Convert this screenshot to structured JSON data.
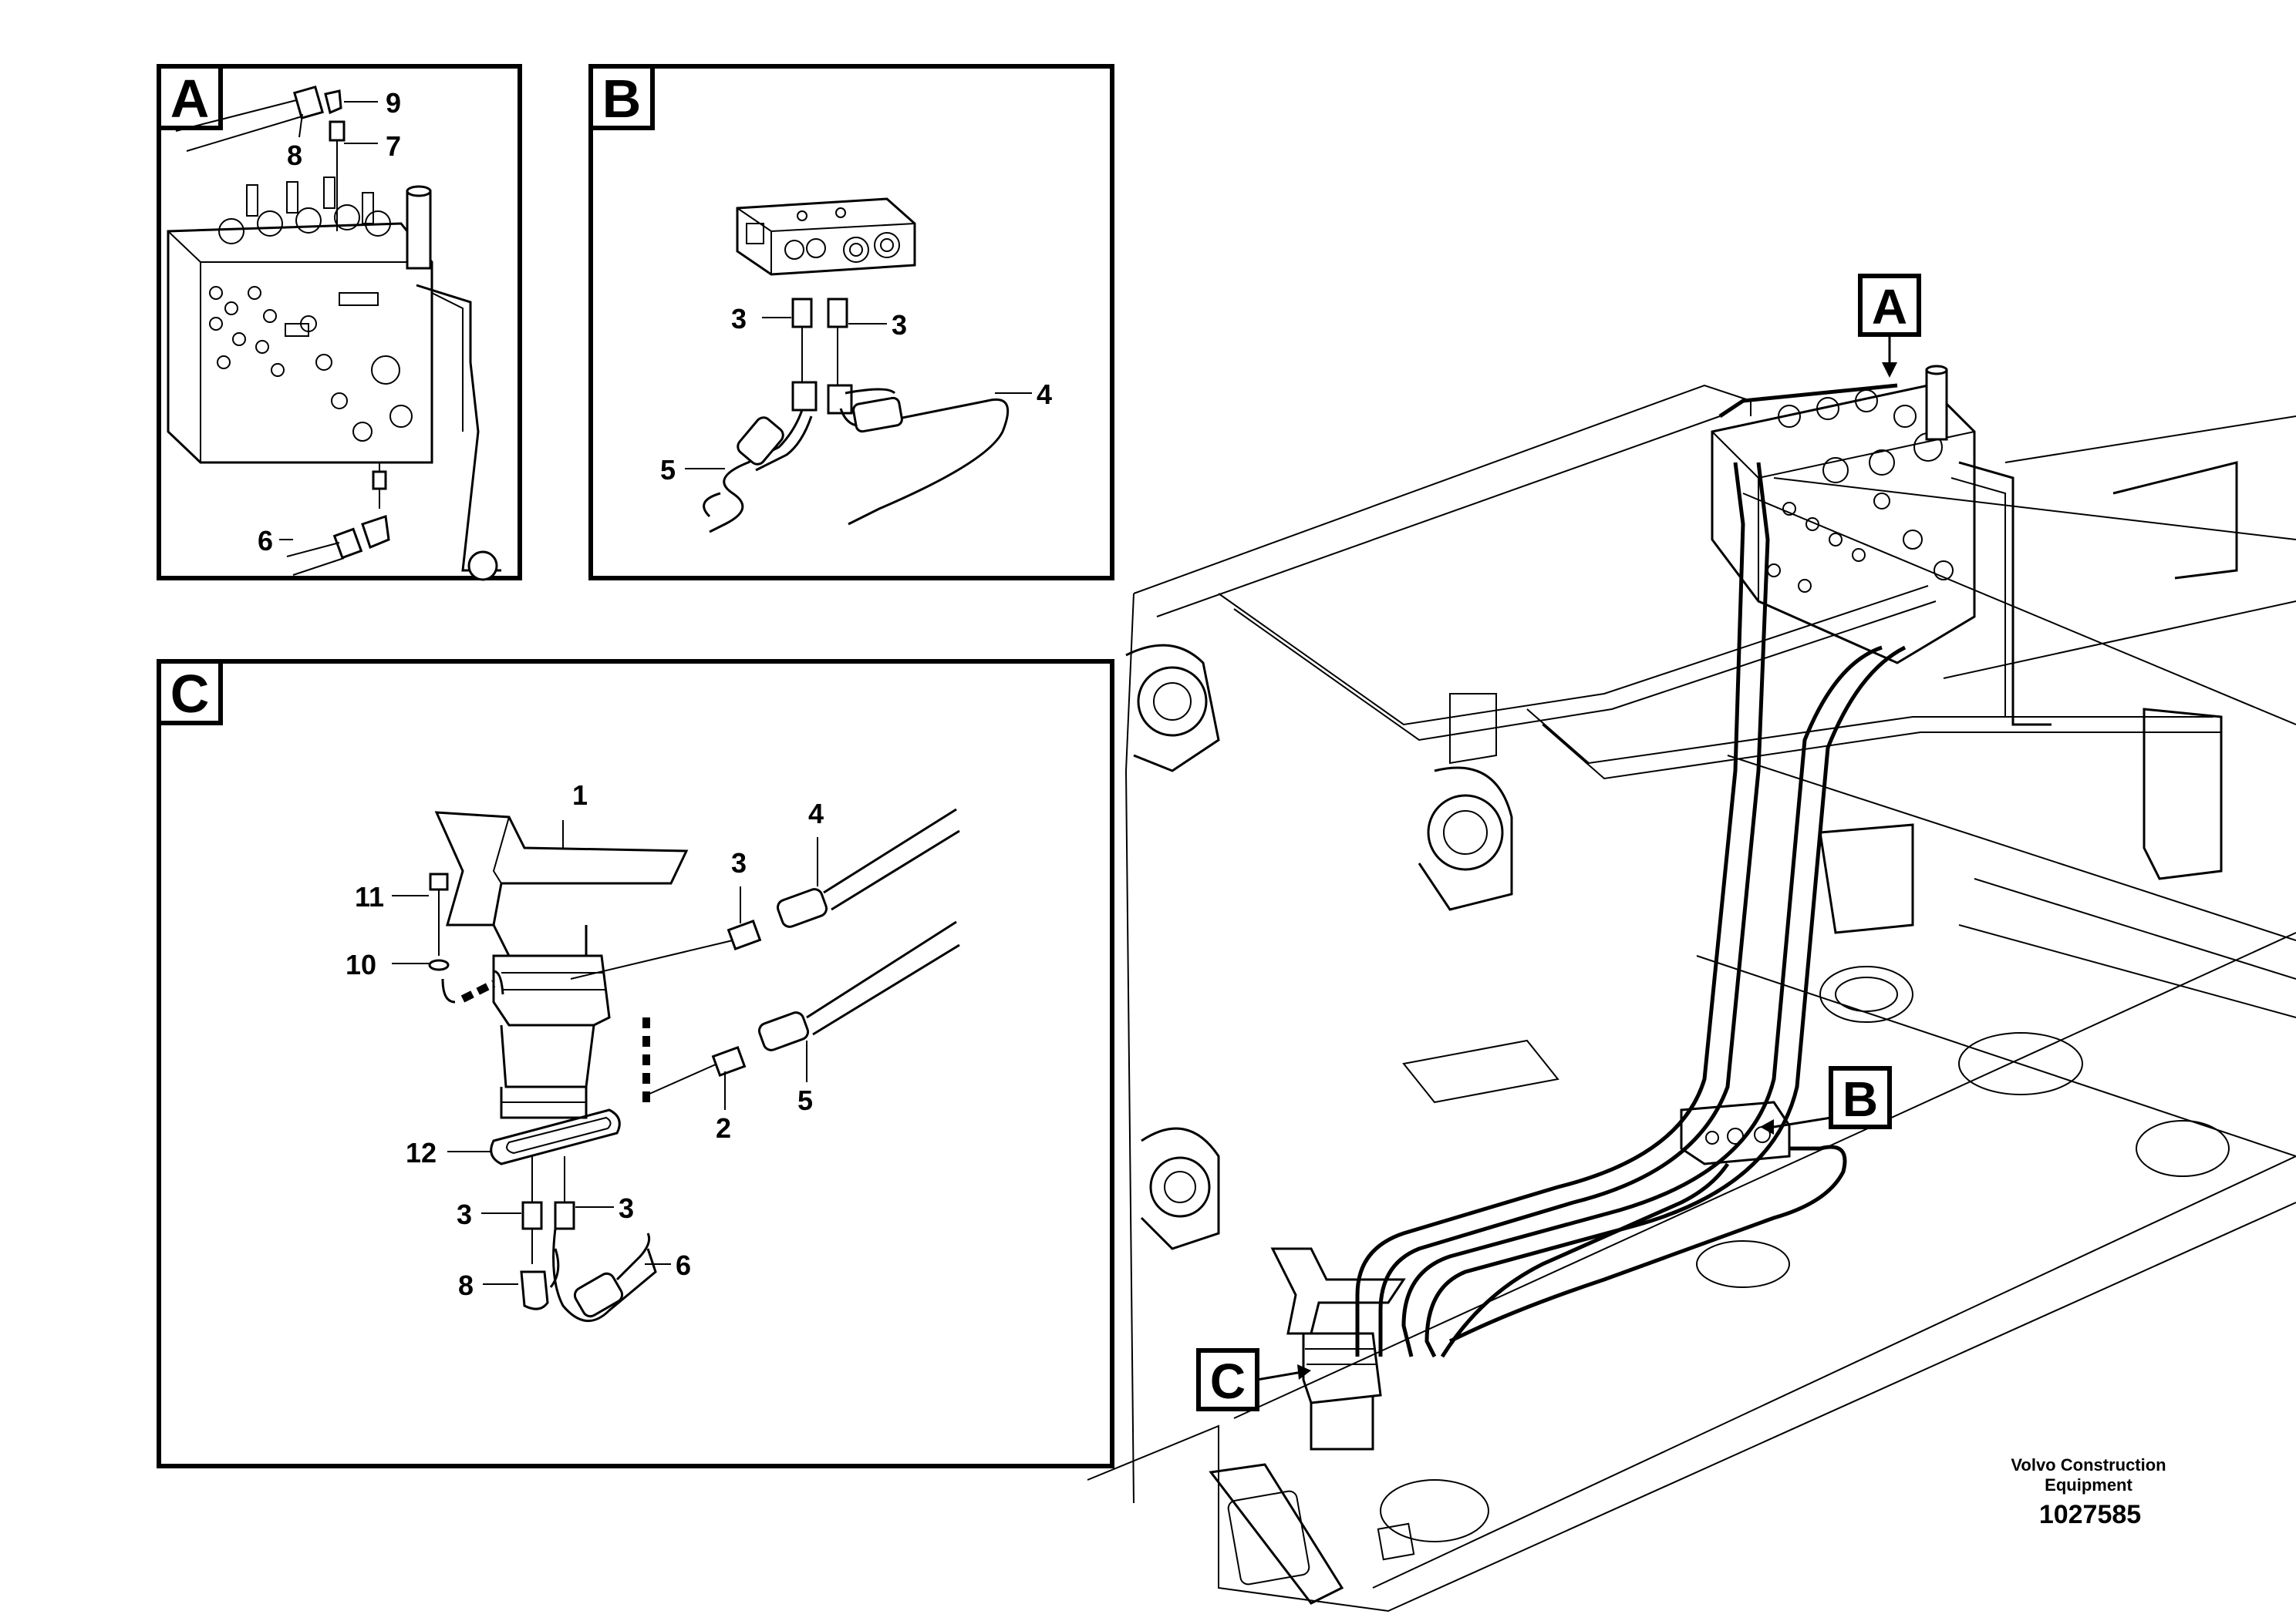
{
  "panels": {
    "A": {
      "letter": "A",
      "callouts": {
        "c9": "9",
        "c8": "8",
        "c7": "7",
        "c6": "6"
      }
    },
    "B": {
      "letter": "B",
      "callouts": {
        "c3a": "3",
        "c3b": "3",
        "c4": "4",
        "c5": "5"
      }
    },
    "C": {
      "letter": "C",
      "callouts": {
        "c1": "1",
        "c11": "11",
        "c10": "10",
        "c3a": "3",
        "c4": "4",
        "c5": "5",
        "c2": "2",
        "c12": "12",
        "c3b": "3",
        "c3c": "3",
        "c8": "8",
        "c6": "6"
      }
    }
  },
  "main_view": {
    "ref_a": "A",
    "ref_b": "B",
    "ref_c": "C"
  },
  "footer": {
    "brand_line1": "Volvo Construction",
    "brand_line2": "Equipment",
    "figure_number": "1027585"
  }
}
